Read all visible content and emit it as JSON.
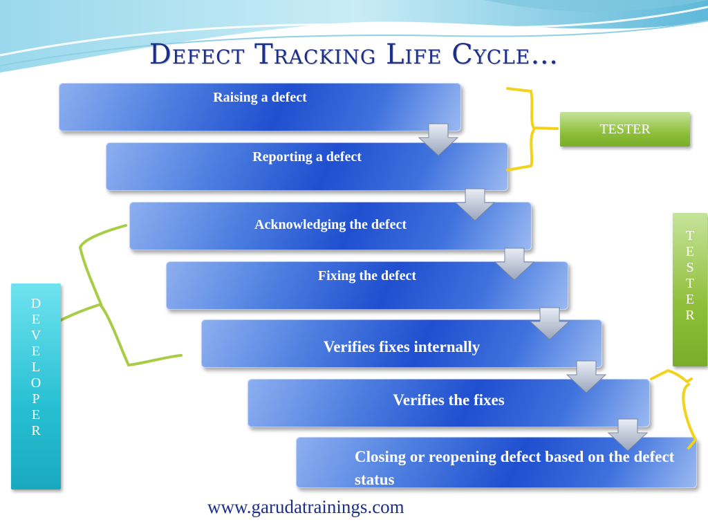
{
  "title": "Defect Tracking Life Cycle…",
  "steps": [
    "Raising a defect",
    "Reporting a defect",
    "Acknowledging the defect",
    "Fixing the defect",
    "Verifies fixes internally",
    "Verifies the fixes",
    "Closing or reopening defect based on the defect status"
  ],
  "labels": {
    "tester_top": "TESTER",
    "tester_side": [
      "T",
      "E",
      "S",
      "T",
      "E",
      "R"
    ],
    "developer_side": [
      "D",
      "E",
      "V",
      "E",
      "L",
      "O",
      "P",
      "E",
      "R"
    ]
  },
  "footer": "www.garudatrainings.com",
  "colors": {
    "title": "#1c2f87",
    "step_fill": "#1f4fcf",
    "tester_label": "#8fbf3a",
    "developer_label": "#27bfd2",
    "yellow_brace": "#f2d21b",
    "green_brace": "#a8cc46"
  }
}
